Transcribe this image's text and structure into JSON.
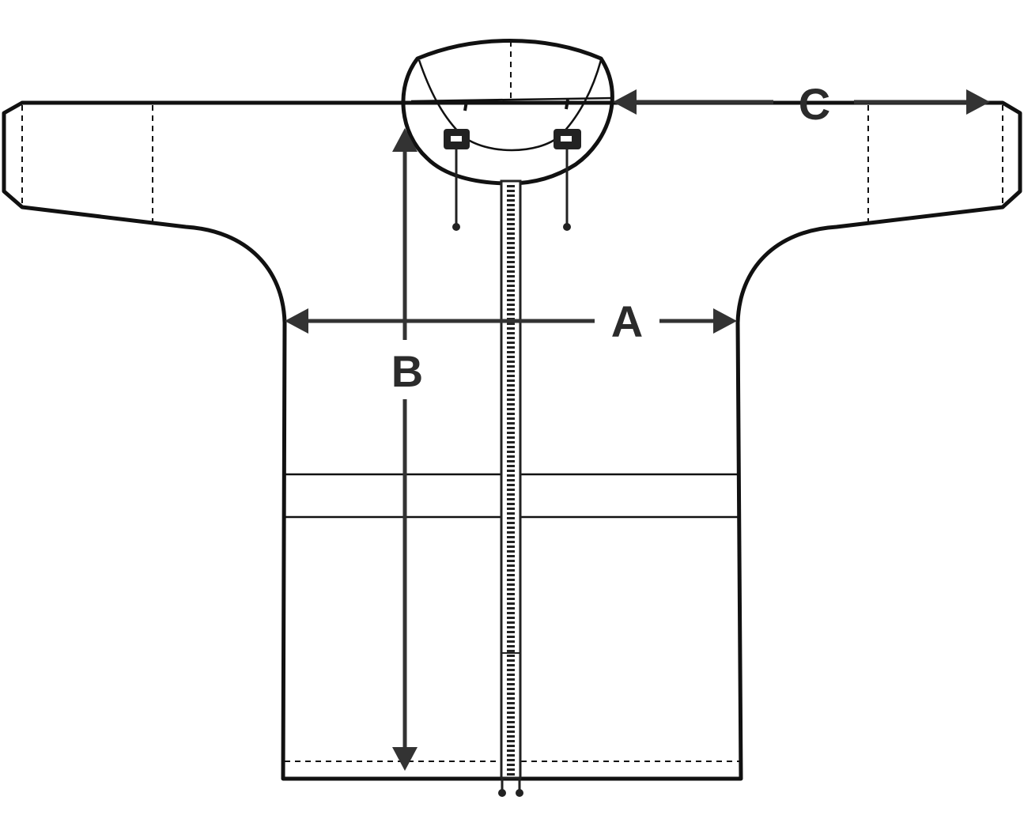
{
  "labels": {
    "a": "A",
    "b": "B",
    "c": "C"
  },
  "colors": {
    "outline": "#111111",
    "arrow": "#333333",
    "background": "#ffffff"
  }
}
